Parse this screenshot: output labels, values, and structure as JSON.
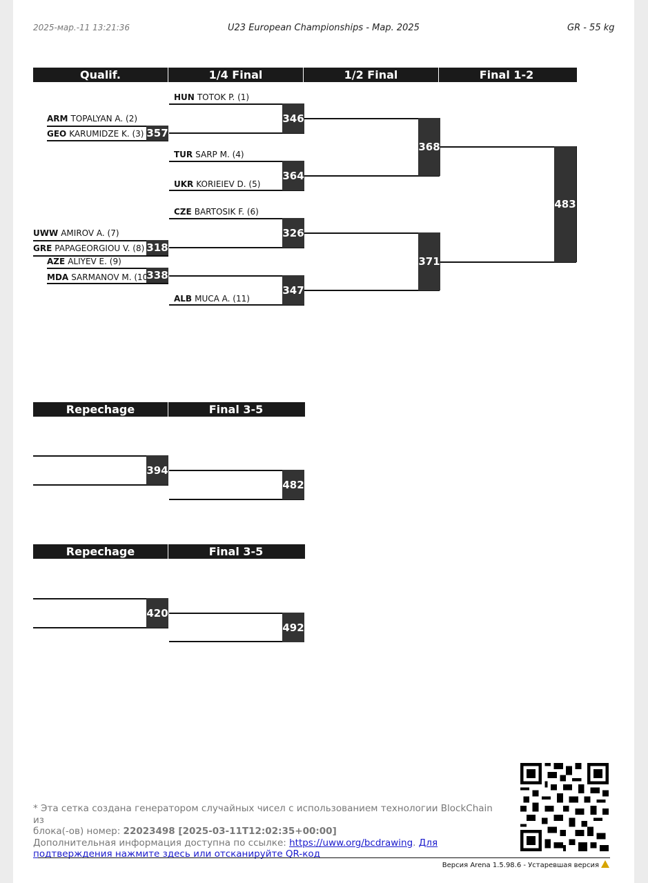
{
  "header": {
    "timestamp": "2025-мар.-11 13:21:36",
    "title": "U23 European Championships - Мар. 2025",
    "category": "GR - 55 kg"
  },
  "main_bracket": {
    "columns": [
      "Qualif.",
      "1/4 Final",
      "1/2 Final",
      "Final 1-2"
    ],
    "athletes": [
      {
        "country": "HUN",
        "name": "TOTOK P. (1)"
      },
      {
        "country": "ARM",
        "name": "TOPALYAN A. (2)"
      },
      {
        "country": "GEO",
        "name": "KARUMIDZE K. (3)"
      },
      {
        "country": "TUR",
        "name": "SARP M. (4)"
      },
      {
        "country": "UKR",
        "name": "KORIEIEV D. (5)"
      },
      {
        "country": "CZE",
        "name": "BARTOSIK F. (6)"
      },
      {
        "country": "UWW",
        "name": "AMIROV A. (7)"
      },
      {
        "country": "GRE",
        "name": "PAPAGEORGIOU V. (8)"
      },
      {
        "country": "AZE",
        "name": "ALIYEV E. (9)"
      },
      {
        "country": "MDA",
        "name": "SARMANOV M. (10"
      },
      {
        "country": "ALB",
        "name": "MUCA A. (11)"
      }
    ],
    "bouts": {
      "q1": "357",
      "q2": "318",
      "q3": "338",
      "qf1": "346",
      "qf2": "364",
      "qf3": "326",
      "qf4": "347",
      "sf1": "368",
      "sf2": "371",
      "final": "483"
    }
  },
  "repechage_1": {
    "columns": [
      "Repechage",
      "Final 3-5"
    ],
    "bouts": {
      "rep": "394",
      "final35": "482"
    }
  },
  "repechage_2": {
    "columns": [
      "Repechage",
      "Final 3-5"
    ],
    "bouts": {
      "rep": "420",
      "final35": "492"
    }
  },
  "footer": {
    "note_line1": "* Эта сетка создана генератором случайных чисел с использованием технологии BlockChain из",
    "note_line2_prefix": "блока(-ов) номер: ",
    "block_number": "22023498 [2025-03-11T12:02:35+00:00]",
    "note_line3_prefix": "Дополнительная информация доступна по ссылке: ",
    "link": "https://uww.org/bcdrawing",
    "confirm_link": "Для подтверждения нажмите здесь или отсканируйте QR-код",
    "version": "Версия Arena 1.5.98.6 - Устаревшая версия"
  }
}
